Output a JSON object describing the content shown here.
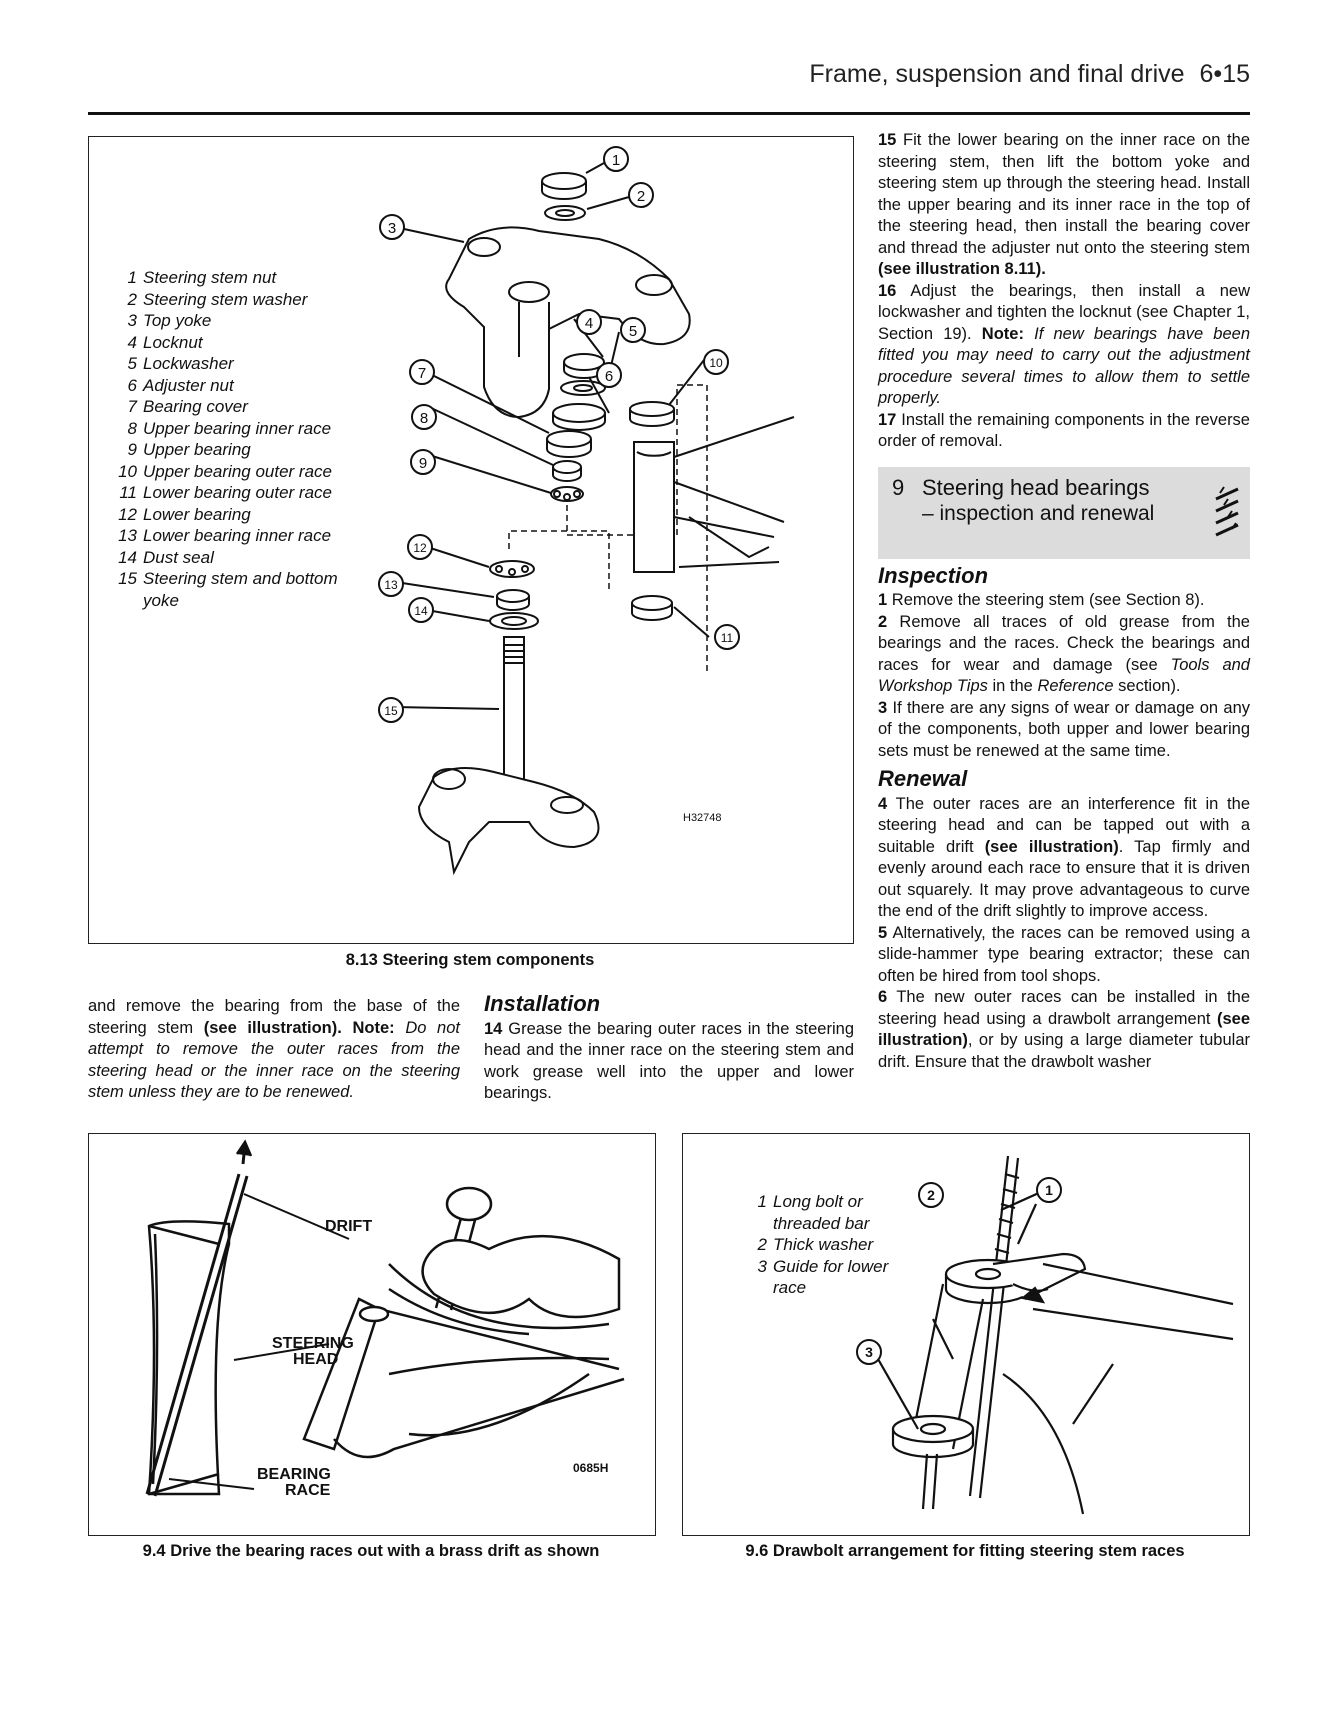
{
  "header": {
    "title": "Frame, suspension and final drive",
    "page": "6•15"
  },
  "figure_8_13": {
    "legend": [
      {
        "num": "1",
        "text": "Steering stem nut"
      },
      {
        "num": "2",
        "text": "Steering stem washer"
      },
      {
        "num": "3",
        "text": "Top yoke"
      },
      {
        "num": "4",
        "text": "Locknut"
      },
      {
        "num": "5",
        "text": "Lockwasher"
      },
      {
        "num": "6",
        "text": "Adjuster nut"
      },
      {
        "num": "7",
        "text": "Bearing cover"
      },
      {
        "num": "8",
        "text": "Upper bearing inner race"
      },
      {
        "num": "9",
        "text": "Upper bearing"
      },
      {
        "num": "10",
        "text": "Upper bearing outer race"
      },
      {
        "num": "11",
        "text": "Lower bearing outer race"
      },
      {
        "num": "12",
        "text": "Lower bearing"
      },
      {
        "num": "13",
        "text": "Lower bearing inner race"
      },
      {
        "num": "14",
        "text": "Dust seal"
      },
      {
        "num": "15",
        "text": "Steering stem and bottom yoke"
      }
    ],
    "callouts": [
      "1",
      "2",
      "3",
      "4",
      "5",
      "6",
      "7",
      "8",
      "9",
      "10",
      "11",
      "12",
      "13",
      "14",
      "15"
    ],
    "ref_code": "H32748",
    "caption": "8.13 Steering stem components"
  },
  "left_text": {
    "part1": "and remove the bearing from the base of the steering stem ",
    "bold1": "(see illustration).",
    "note_label": " Note: ",
    "note_italic": "Do not attempt to remove the outer races from the steering head or the inner race on the steering stem unless they are to be renewed."
  },
  "installation": {
    "heading": "Installation",
    "p14_num": "14",
    "p14_text": " Grease the bearing outer races in the steering head and the inner race on the steering stem and work grease well into the upper and lower bearings."
  },
  "right_col": {
    "p15_num": "15",
    "p15_text": " Fit the lower bearing on the inner race on the steering stem, then lift the bottom yoke and steering stem up through the steering head. Install the upper bearing and its inner race in the top of the steering head, then install the bearing cover and thread the adjuster nut onto the steering stem ",
    "p15_bold": "(see illustration 8.11).",
    "p16_num": "16",
    "p16_text": " Adjust the bearings, then install a new lockwasher and tighten the locknut (see Chapter 1, Section 19). ",
    "p16_note": "Note:",
    "p16_italic": " If new bearings have been fitted you may need to carry out the adjustment procedure several times to allow them to settle properly.",
    "p17_num": "17",
    "p17_text": " Install the remaining components in the reverse order of removal.",
    "section_num": "9",
    "section_title": "Steering head bearings",
    "section_sub": "– inspection and renewal",
    "inspection_heading": "Inspection",
    "i1_num": "1",
    "i1_text": " Remove the steering stem (see Section 8).",
    "i2_num": "2",
    "i2_text_a": " Remove all traces of old grease from the bearings and the races. Check the bearings and races for wear and damage (see ",
    "i2_italic": "Tools and Workshop Tips",
    "i2_text_b": " in the ",
    "i2_italic2": "Reference",
    "i2_text_c": " section).",
    "i3_num": "3",
    "i3_text": " If there are any signs of wear or damage on any of the components, both upper and lower bearing sets must be renewed at the same time.",
    "renewal_heading": "Renewal",
    "r4_num": "4",
    "r4_text_a": " The outer races are an interference fit in the steering head and can be tapped out with a suitable drift ",
    "r4_bold": "(see illustration)",
    "r4_text_b": ". Tap firmly and evenly around each race to ensure that it is driven out squarely. It may prove advantageous to curve the end of the drift slightly to improve access.",
    "r5_num": "5",
    "r5_text": " Alternatively, the races can be removed using a slide-hammer type bearing extractor; these can often be hired from tool shops.",
    "r6_num": "6",
    "r6_text_a": " The new outer races can be installed in the steering head using a drawbolt arrangement ",
    "r6_bold": "(see illustration)",
    "r6_text_b": ", or by using a large diameter tubular drift. Ensure that the drawbolt washer"
  },
  "figure_9_4": {
    "label_drift": "DRIFT",
    "label_steering1": "STEERING",
    "label_steering2": "HEAD",
    "label_bearing1": "BEARING",
    "label_bearing2": "RACE",
    "ref_code": "0685H",
    "caption": "9.4 Drive the bearing races out with a brass drift as shown"
  },
  "figure_9_6": {
    "legend": [
      {
        "num": "1",
        "text": "Long bolt or threaded bar"
      },
      {
        "num": "2",
        "text": "Thick washer"
      },
      {
        "num": "3",
        "text": "Guide for lower race"
      }
    ],
    "callouts": [
      "1",
      "2",
      "3"
    ],
    "caption": "9.6 Drawbolt arrangement for fitting steering stem races"
  }
}
